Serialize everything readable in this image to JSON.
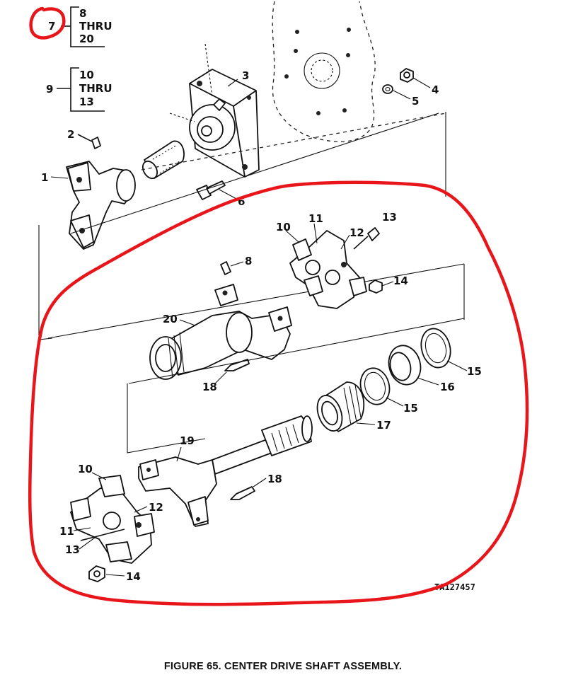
{
  "legend": {
    "group1_index": "7",
    "group1_lines": [
      "8",
      "THRU",
      "20"
    ],
    "group2_index": "9",
    "group2_lines": [
      "10",
      "THRU",
      "13"
    ]
  },
  "callouts": {
    "c1": "1",
    "c2": "2",
    "c3": "3",
    "c4": "4",
    "c5": "5",
    "c6": "6",
    "c8": "8",
    "c10a": "10",
    "c11a": "11",
    "c12a": "12",
    "c13a": "13",
    "c14a": "14",
    "c15a": "15",
    "c16": "16",
    "c15b": "15",
    "c17": "17",
    "c18a": "18",
    "c19": "19",
    "c20": "20",
    "c18b": "18",
    "c10b": "10",
    "c12b": "12",
    "c11b": "11",
    "c13b": "13",
    "c14b": "14"
  },
  "drawing_id": "TA127457",
  "caption": "FIGURE 65. CENTER DRIVE SHAFT ASSEMBLY.",
  "colors": {
    "annotation": "#e8161b",
    "ink": "#111111"
  }
}
